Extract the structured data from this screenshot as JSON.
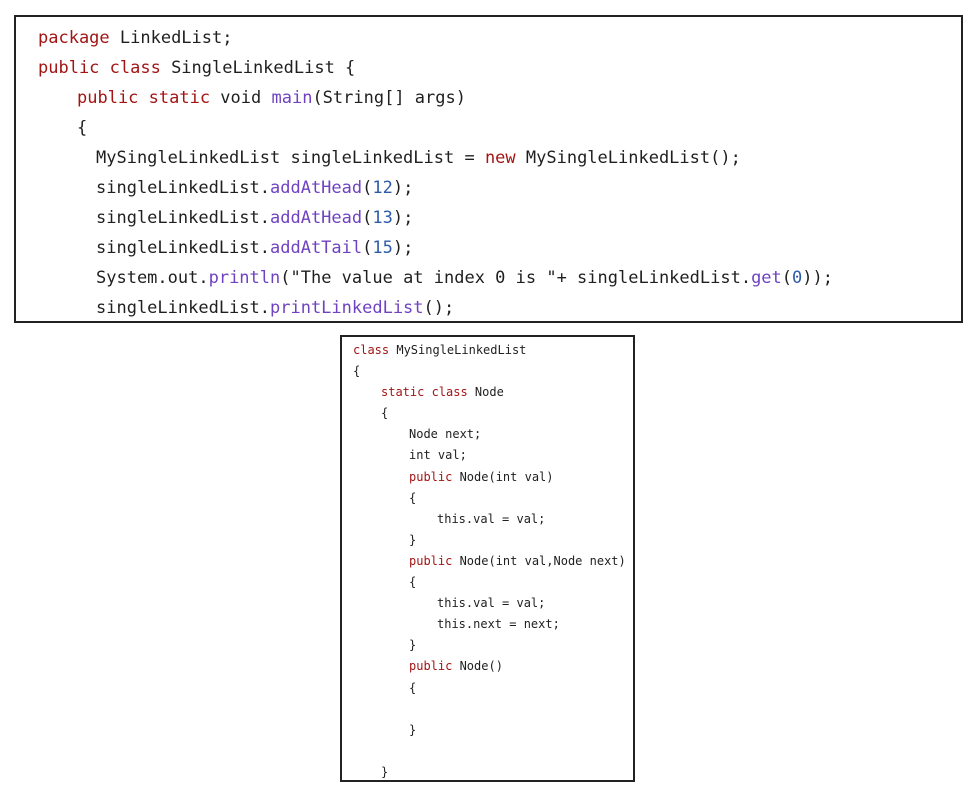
{
  "main_code": {
    "l1_kw": "package",
    "l1_rest": " LinkedList;",
    "l2_kw": "public class",
    "l2_rest": " SingleLinkedList {",
    "l3_kw": "public static",
    "l3_mid": " void ",
    "l3_fn": "main",
    "l3_rest": "(String[] args)",
    "l4": "{",
    "l5_a": "MySingleLinkedList singleLinkedList = ",
    "l5_kw": "new",
    "l5_b": " MySingleLinkedList();",
    "l6_obj": "singleLinkedList.",
    "l6_fn": "addAtHead",
    "l6_open": "(",
    "l6_num": "12",
    "l6_close": ");",
    "l7_obj": "singleLinkedList.",
    "l7_fn": "addAtHead",
    "l7_open": "(",
    "l7_num": "13",
    "l7_close": ");",
    "l8_obj": "singleLinkedList.",
    "l8_fn": "addAtTail",
    "l8_open": "(",
    "l8_num": "15",
    "l8_close": ");",
    "l9_obj": "System.out.",
    "l9_fn": "println",
    "l9_a": "(\"The value at index 0 is \"+ singleLinkedList.",
    "l9_fn2": "get",
    "l9_open": "(",
    "l9_num": "0",
    "l9_close": "));",
    "l10_obj": "singleLinkedList.",
    "l10_fn": "printLinkedList",
    "l10_close": "();"
  },
  "class_code": {
    "c1_kw": "class",
    "c1_rest": " MySingleLinkedList",
    "c2": "{",
    "c3_kw": "static class",
    "c3_rest": " Node",
    "c4": "{",
    "c5": "Node next;",
    "c6": "int val;",
    "c7_kw": "public",
    "c7_rest": " Node(int val)",
    "c8": "{",
    "c9": "this.val = val;",
    "c10": "}",
    "c11_kw": "public",
    "c11_rest": " Node(int val,Node next)",
    "c12": "{",
    "c13": "this.val = val;",
    "c14": "this.next = next;",
    "c15": "}",
    "c16_kw": "public",
    "c16_rest": " Node()",
    "c17": "{",
    "c18": "",
    "c19": "}",
    "c20": "",
    "c21": "}"
  }
}
